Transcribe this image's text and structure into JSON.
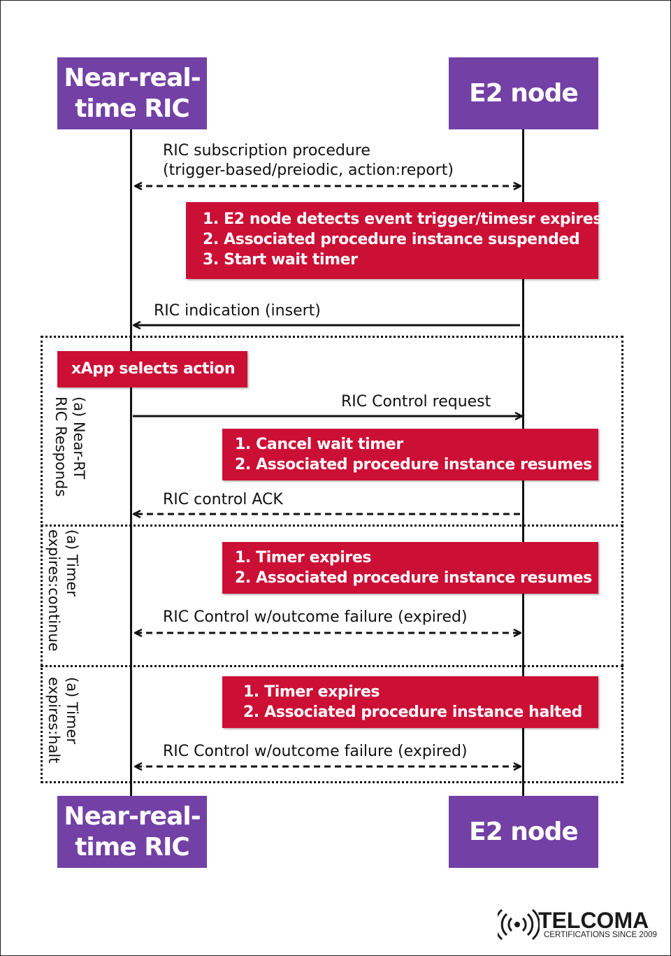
{
  "actors": {
    "left_top": "Near-real-\ntime RIC",
    "right_top": "E2 node",
    "left_bottom": "Near-real-\ntime RIC",
    "right_bottom": "E2 node"
  },
  "messages": {
    "subscription_line1": "RIC subscription procedure",
    "subscription_line2": "(trigger-based/preiodic, action:report)",
    "indication": "RIC indication (insert)",
    "control_request": "RIC Control request",
    "control_ack": "RIC control ACK",
    "failure_continue": "RIC Control w/outcome failure (expired)",
    "failure_halt": "RIC Control w/outcome failure (expired)"
  },
  "boxes": {
    "detect": [
      "1. E2 node detects event trigger/timesr expires",
      "2. Associated procedure instance suspended",
      "3. Start wait timer"
    ],
    "xapp": "xApp selects action",
    "cancel": [
      "1. Cancel wait timer",
      "2. Associated procedure instance resumes"
    ],
    "expire_continue": [
      "1. Timer expires",
      "2. Associated procedure instance resumes"
    ],
    "expire_halt": [
      "1. Timer expires",
      "2. Associated procedure instance halted"
    ]
  },
  "fragments": {
    "a": "(a) Near-RT\nRIC Responds",
    "b": "(a) Timer\nexpires:continue",
    "c": "(a) Timer\nexpires:halt"
  },
  "logo": {
    "name": "TELCOMA",
    "tagline": "CERTIFICATIONS SINCE 2009"
  },
  "colors": {
    "actor": "#7340a6",
    "note": "#cc0f35"
  }
}
